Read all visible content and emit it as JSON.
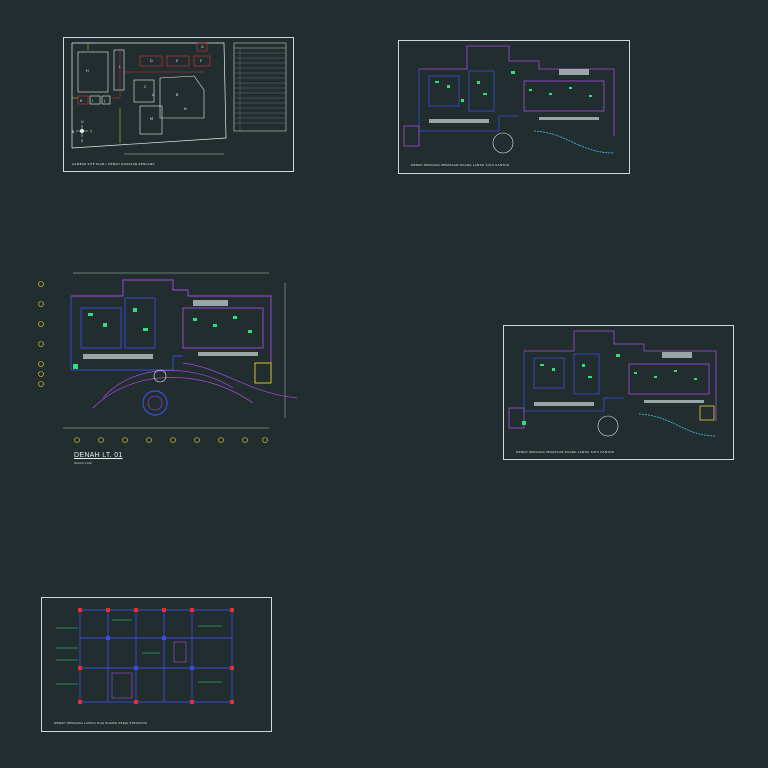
{
  "drawings": {
    "site_plan": {
      "caption": "GAMBAR SITE PLAN / DENAH KAWASAN RENCANA",
      "blocks": [
        "A",
        "B",
        "C",
        "D",
        "E",
        "F",
        "G",
        "H",
        "I",
        "J",
        "K",
        "L",
        "M",
        "N"
      ],
      "compass": [
        "U",
        "S",
        "B",
        "T"
      ]
    },
    "floor_plan_top": {
      "caption": "DENAH RENCANA PENATAAN RUANG LANTAI SATU KANTOR"
    },
    "floor_plan_main": {
      "title": "DENAH LT. 01",
      "scale": "SKALA   1:100"
    },
    "floor_plan_right": {
      "caption": "DENAH RENCANA PENATAAN RUANG LANTAI SATU KANTOR"
    },
    "floor_plan_bottom": {
      "caption": "DENAH RENCANA LANTAI DUA RUANG KERJA STRUKTUR"
    }
  },
  "colors": {
    "background": "#212d2e",
    "frame": "#cfd8d8",
    "wall_blue": "#3a4fd8",
    "wall_purple": "#a64ae0",
    "furniture_green": "#2ee07a",
    "red": "#e03030",
    "yellow": "#e8d030",
    "cyan": "#40c8f0",
    "white_line": "#e6eeee"
  }
}
